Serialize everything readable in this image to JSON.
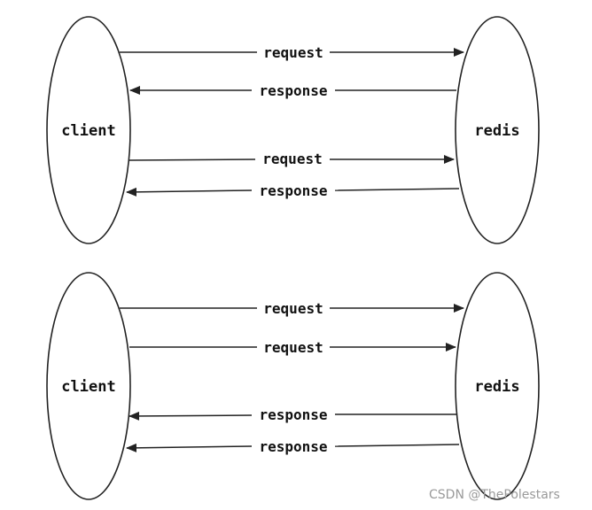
{
  "diagram_top": {
    "client_label": "client",
    "redis_label": "redis",
    "arrows": [
      {
        "label": "request",
        "direction": "to-redis"
      },
      {
        "label": "response",
        "direction": "to-client"
      },
      {
        "label": "request",
        "direction": "to-redis"
      },
      {
        "label": "response",
        "direction": "to-client"
      }
    ]
  },
  "diagram_bottom": {
    "client_label": "client",
    "redis_label": "redis",
    "arrows": [
      {
        "label": "request",
        "direction": "to-redis"
      },
      {
        "label": "request",
        "direction": "to-redis"
      },
      {
        "label": "response",
        "direction": "to-client"
      },
      {
        "label": "response",
        "direction": "to-client"
      }
    ]
  },
  "watermark": "CSDN @ThePolestars",
  "colors": {
    "stroke": "#222222",
    "text": "#111111",
    "watermark": "#9a9a9a"
  }
}
